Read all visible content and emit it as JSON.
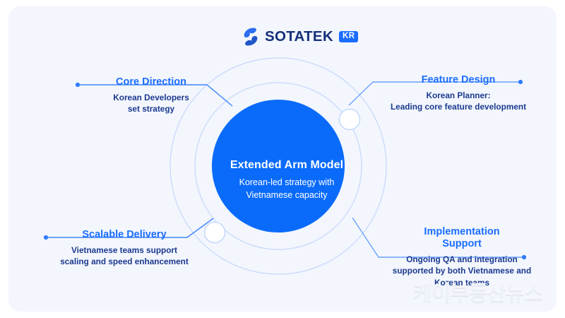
{
  "brand": {
    "logo_mark": "sotatek-logo-icon",
    "wordmark": "SOTATEK",
    "badge": "KR"
  },
  "center": {
    "title": "Extended Arm Model",
    "subtitle_line1": "Korean-led strategy with",
    "subtitle_line2": "Vietnamese capacity"
  },
  "quadrants": {
    "top_left": {
      "title": "Core Direction",
      "desc_line1": "Korean Developers",
      "desc_line2": "set strategy"
    },
    "top_right": {
      "title": "Feature Design",
      "desc_line1": "Korean Planner:",
      "desc_line2": "Leading core feature development"
    },
    "bottom_left": {
      "title": "Scalable Delivery",
      "desc_line1": "Vietnamese teams support",
      "desc_line2": "scaling and speed enhancement"
    },
    "bottom_right": {
      "title_line1": "Implementation",
      "title_line2": "Support",
      "desc_line1": "Ongoing QA and integration",
      "desc_line2": "supported by both Vietnamese and",
      "desc_line3": "Korean teams"
    }
  },
  "watermark": {
    "text": "케이부동산뉴스"
  },
  "colors": {
    "accent_blue": "#1a6dff",
    "core_blue": "#0a6bfb",
    "deep_navy": "#1b3a8f",
    "card_bg": "#f3f6fd",
    "ring_stroke": "#c3d6fb",
    "connector": "#3f86ff",
    "node_fill": "#ffffff",
    "watermark": "#eef1f8"
  }
}
